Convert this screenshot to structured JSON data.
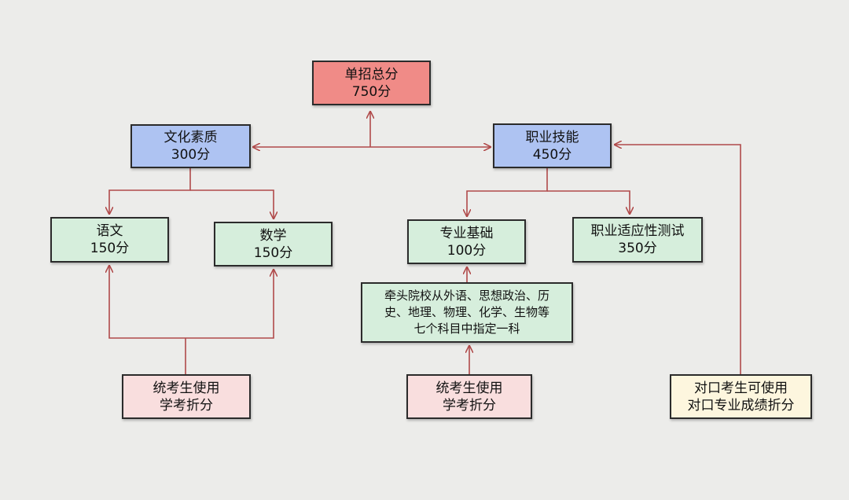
{
  "colors": {
    "arrow": "#b04a4a",
    "total": "#f08b87",
    "category": "#aec3f2",
    "subject": "#d6eedc",
    "source_pink": "#f9dede",
    "source_yellow": "#fdf6de"
  },
  "nodes": {
    "total": {
      "title": "单招总分",
      "score": "750分"
    },
    "culture": {
      "title": "文化素质",
      "score": "300分"
    },
    "vocational": {
      "title": "职业技能",
      "score": "450分"
    },
    "chinese": {
      "title": "语文",
      "score": "150分"
    },
    "math": {
      "title": "数学",
      "score": "150分"
    },
    "professional_base": {
      "title": "专业基础",
      "score": "100分"
    },
    "aptitude_test": {
      "title": "职业适应性测试",
      "score": "350分"
    },
    "subject_note": {
      "line1": "牵头院校从外语、思想政治、历",
      "line2": "史、地理、物理、化学、生物等",
      "line3": "七个科目中指定一科"
    },
    "unified_left": {
      "line1": "统考生使用",
      "line2": "学考折分"
    },
    "unified_mid": {
      "line1": "统考生使用",
      "line2": "学考折分"
    },
    "counterpart": {
      "line1": "对口考生可使用",
      "line2": "对口专业成绩折分"
    }
  }
}
